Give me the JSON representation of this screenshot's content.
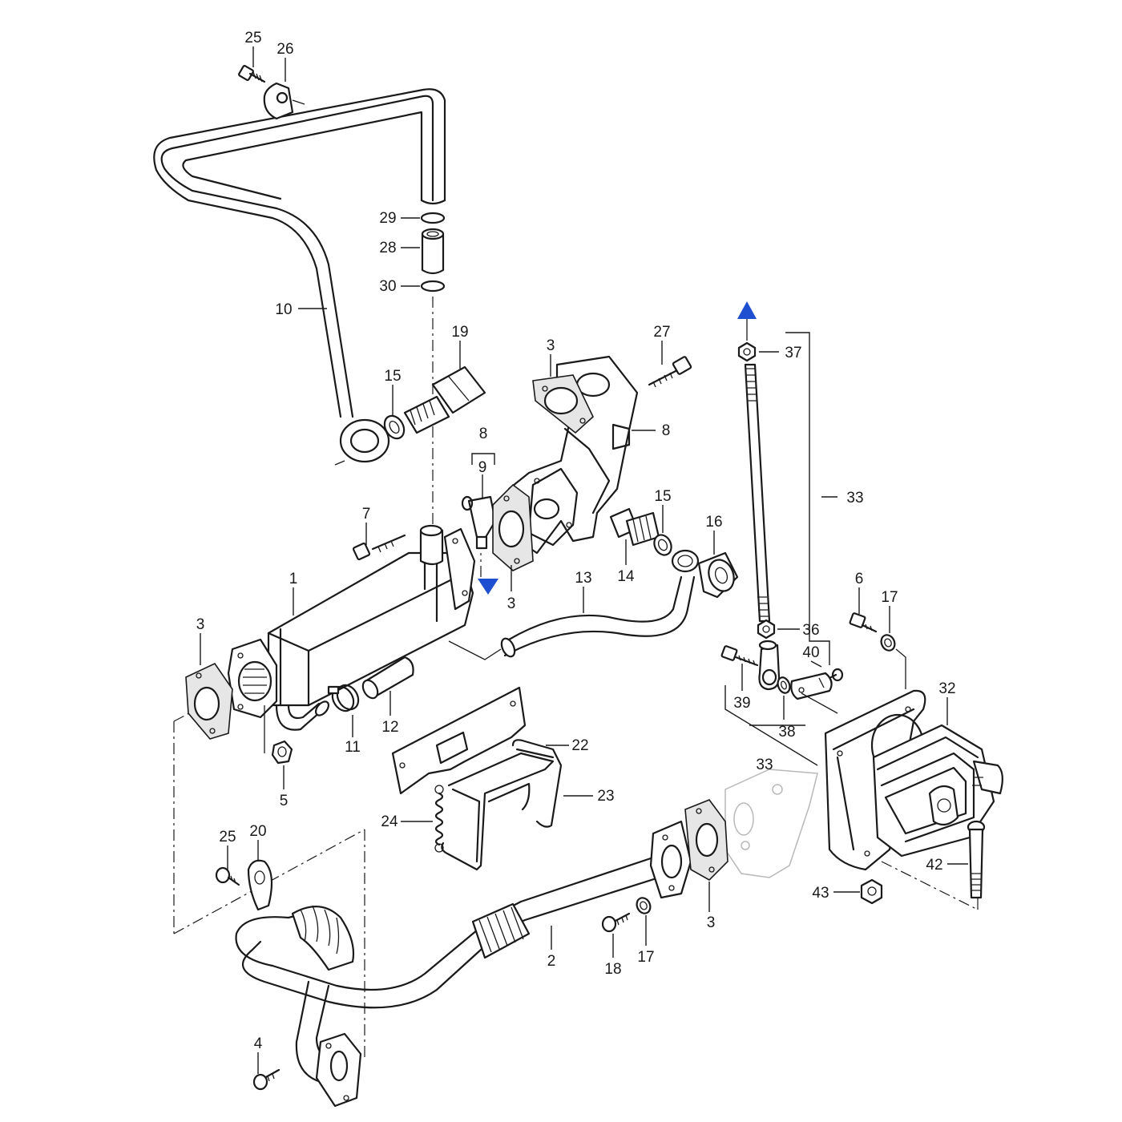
{
  "diagram": {
    "accent_color": "#1f4fd1",
    "labels": [
      {
        "id": "l25a",
        "text": "25"
      },
      {
        "id": "l26",
        "text": "26"
      },
      {
        "id": "l29",
        "text": "29"
      },
      {
        "id": "l28",
        "text": "28"
      },
      {
        "id": "l30",
        "text": "30"
      },
      {
        "id": "l10",
        "text": "10"
      },
      {
        "id": "l19",
        "text": "19"
      },
      {
        "id": "l15a",
        "text": "15"
      },
      {
        "id": "l3a",
        "text": "3"
      },
      {
        "id": "l27",
        "text": "27"
      },
      {
        "id": "l8a",
        "text": "8"
      },
      {
        "id": "l8b",
        "text": "8"
      },
      {
        "id": "l9",
        "text": "9"
      },
      {
        "id": "l7",
        "text": "7"
      },
      {
        "id": "l15b",
        "text": "15"
      },
      {
        "id": "l16",
        "text": "16"
      },
      {
        "id": "l14",
        "text": "14"
      },
      {
        "id": "l13",
        "text": "13"
      },
      {
        "id": "l3b",
        "text": "3"
      },
      {
        "id": "l1",
        "text": "1"
      },
      {
        "id": "l3c",
        "text": "3"
      },
      {
        "id": "l11",
        "text": "11"
      },
      {
        "id": "l12",
        "text": "12"
      },
      {
        "id": "l5",
        "text": "5"
      },
      {
        "id": "l37",
        "text": "37"
      },
      {
        "id": "l33a",
        "text": "33"
      },
      {
        "id": "l6",
        "text": "6"
      },
      {
        "id": "l17a",
        "text": "17"
      },
      {
        "id": "l36",
        "text": "36"
      },
      {
        "id": "l40",
        "text": "40"
      },
      {
        "id": "l39",
        "text": "39"
      },
      {
        "id": "l38",
        "text": "38"
      },
      {
        "id": "l32",
        "text": "32"
      },
      {
        "id": "l33b",
        "text": "33"
      },
      {
        "id": "l22",
        "text": "22"
      },
      {
        "id": "l23",
        "text": "23"
      },
      {
        "id": "l24",
        "text": "24"
      },
      {
        "id": "l25b",
        "text": "25"
      },
      {
        "id": "l20",
        "text": "20"
      },
      {
        "id": "l3d",
        "text": "3"
      },
      {
        "id": "l2",
        "text": "2"
      },
      {
        "id": "l18",
        "text": "18"
      },
      {
        "id": "l17b",
        "text": "17"
      },
      {
        "id": "l42",
        "text": "42"
      },
      {
        "id": "l43",
        "text": "43"
      },
      {
        "id": "l4",
        "text": "4"
      }
    ]
  }
}
